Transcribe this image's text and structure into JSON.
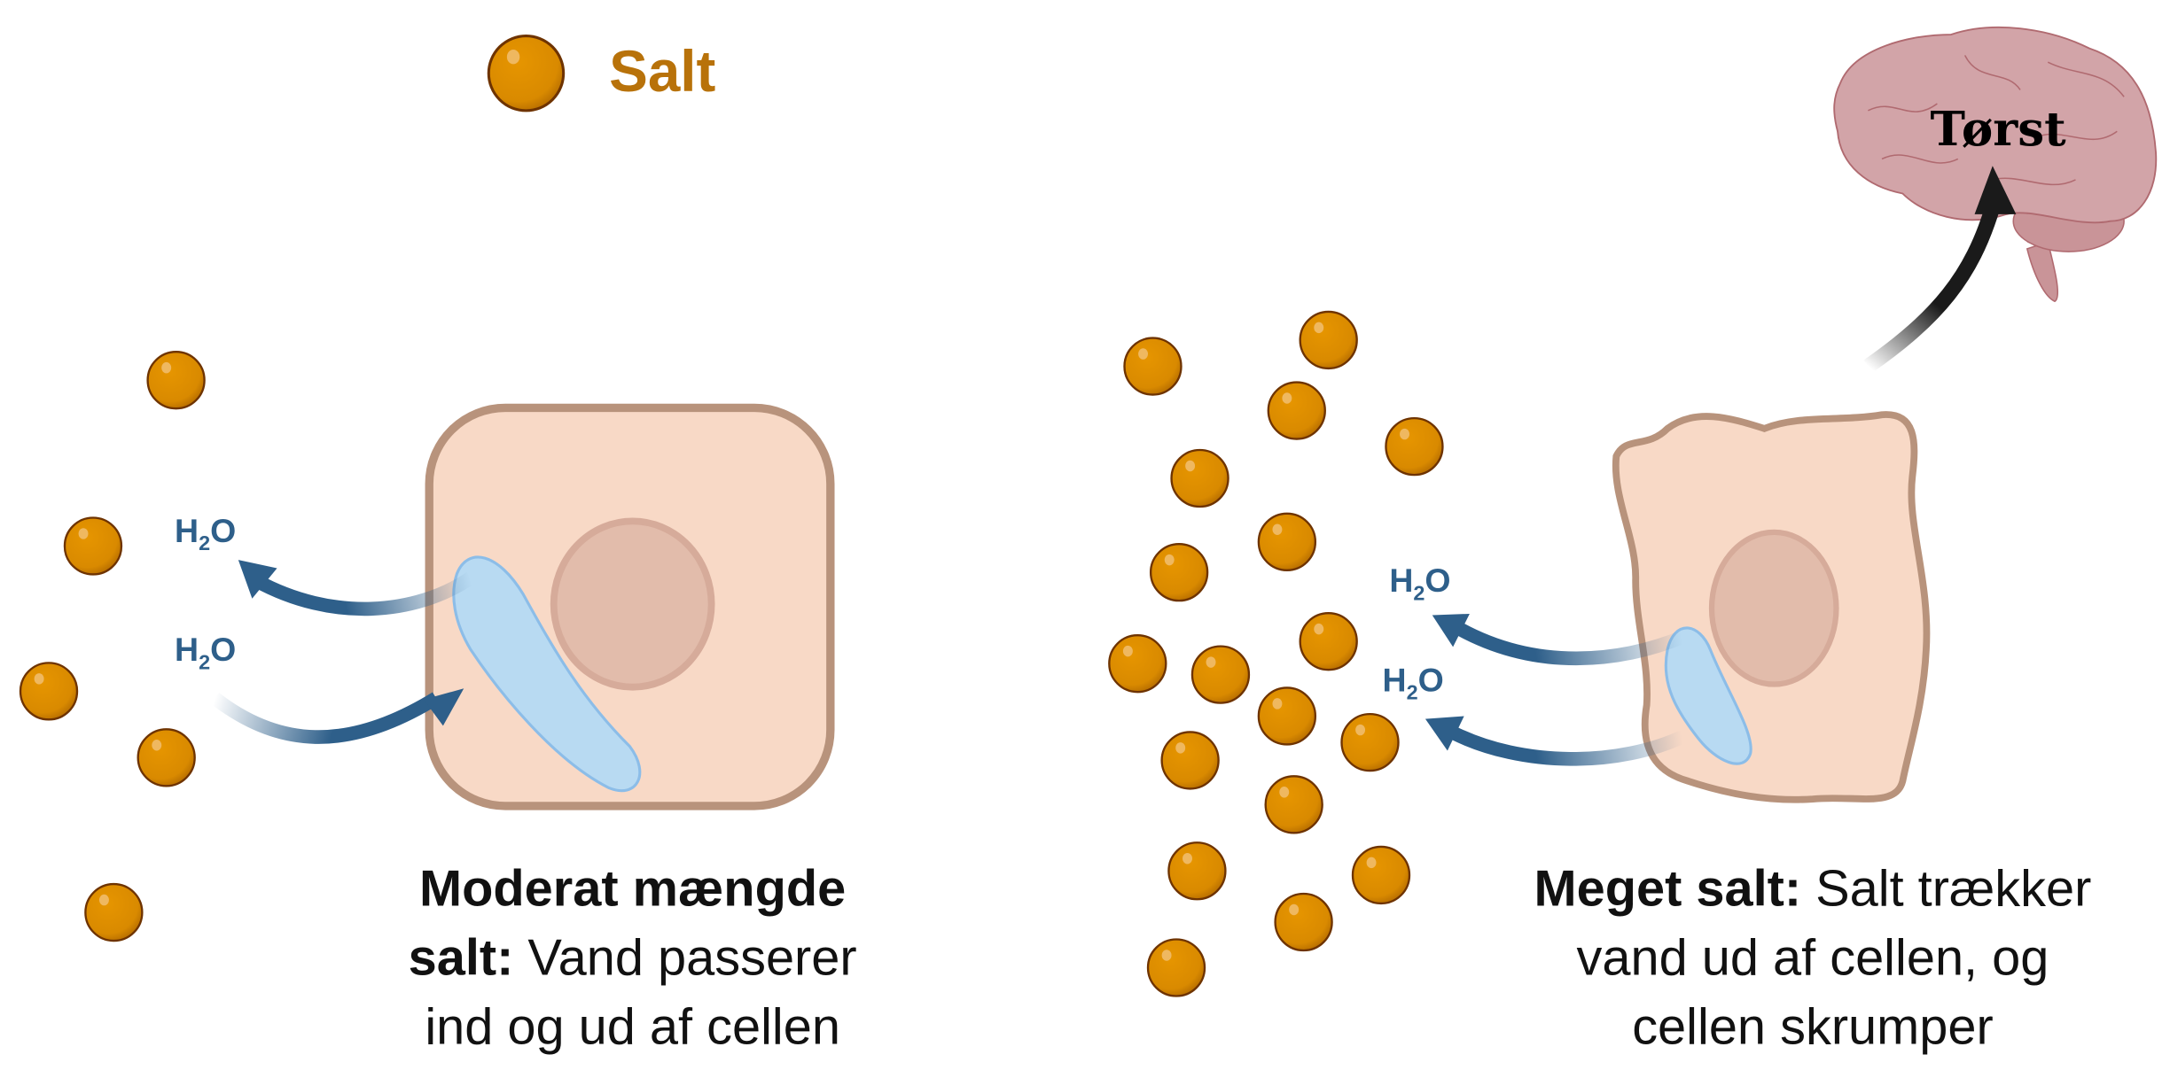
{
  "legend": {
    "label": "Salt",
    "icon": "salt-particle-icon"
  },
  "brain": {
    "label": "Tørst",
    "icon": "brain-icon"
  },
  "left_panel": {
    "water_labels": [
      {
        "main": "H",
        "sub": "2",
        "end": "O"
      },
      {
        "main": "H",
        "sub": "2",
        "end": "O"
      }
    ],
    "caption_bold_1": "Moderat mængde",
    "caption_bold_2": "salt:",
    "caption_rest_2": " Vand passerer",
    "caption_line_3": "ind og ud af cellen"
  },
  "right_panel": {
    "water_labels": [
      {
        "main": "H",
        "sub": "2",
        "end": "O"
      },
      {
        "main": "H",
        "sub": "2",
        "end": "O"
      }
    ],
    "caption_bold_1": "Meget salt:",
    "caption_rest_1": " Salt trækker",
    "caption_line_2": "vand ud af cellen, og",
    "caption_line_3": "cellen skrumper"
  },
  "colors": {
    "salt": "#d98a00",
    "salt_text": "#b8720a",
    "water": "#2e5f8a",
    "cell": "#f8d9c6",
    "cell_border": "#b8937c",
    "vacuole": "#b8daf2",
    "brain": "#d2a4a8"
  }
}
